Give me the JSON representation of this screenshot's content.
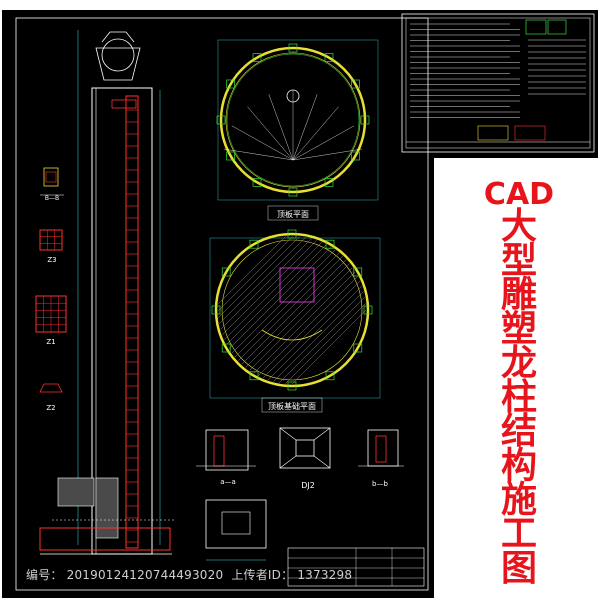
{
  "title": {
    "text": "CAD大型雕塑龙柱结构施工图",
    "color": "#e8141b"
  },
  "plans": {
    "top_plan_label": "顶板平面",
    "bottom_plan_label": "顶板基础平面"
  },
  "sections": {
    "a_label": "a—a",
    "b_label": "b—b",
    "dj_label": "DJ2",
    "z1": "Z1",
    "z2": "Z2",
    "z3": "Z3",
    "b_small": "B—B"
  },
  "footer": {
    "id_label": "编号：",
    "id_value": "20190124120744493020",
    "uploader_label": "上传者ID：",
    "uploader_value": "1373298"
  },
  "colors": {
    "drawing_bg": "#000000",
    "line_white": "#ffffff",
    "line_yellow": "#e8e030",
    "line_green": "#3ddc3d",
    "line_red": "#ff3030",
    "line_magenta": "#ff40ff",
    "dim_cyan": "#40e0e0"
  }
}
